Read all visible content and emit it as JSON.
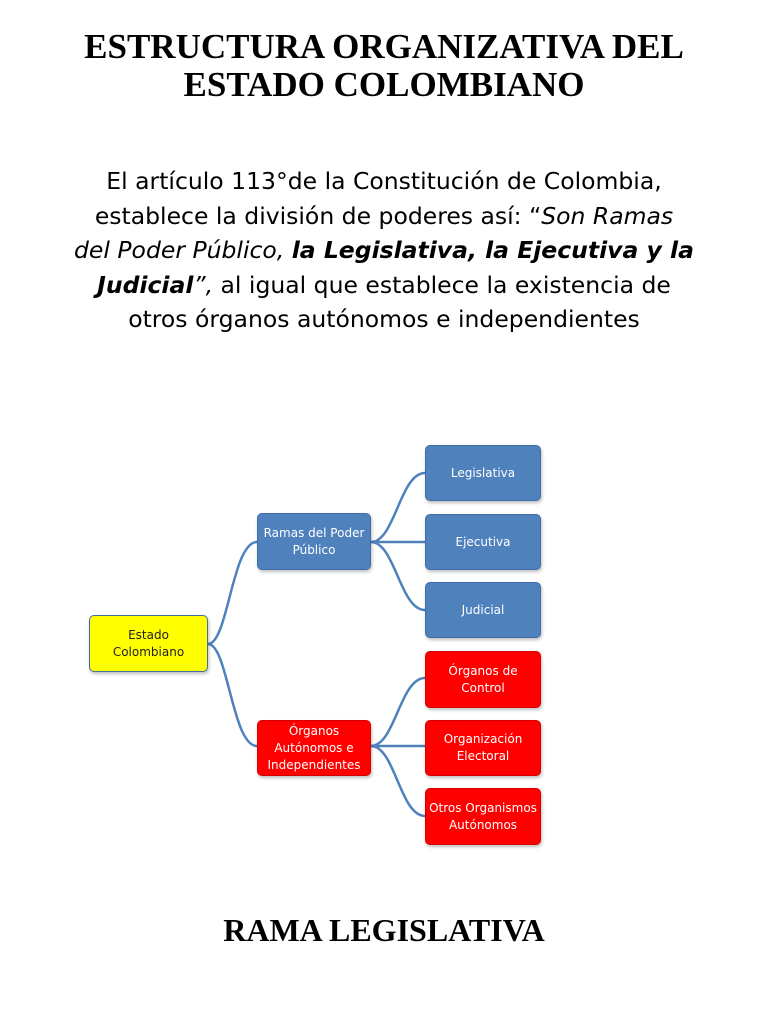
{
  "title": {
    "line1": "ESTRUCTURA ORGANIZATIVA DEL",
    "line2": "ESTADO COLOMBIANO"
  },
  "paragraph": {
    "l1": "El artículo 113°de la Constitución de Colombia,",
    "l2a": "establece la división de poderes así: “",
    "l2b": "Son Ramas",
    "l3a": "del Poder Público, ",
    "l3b": "la Legislativa, la Ejecutiva y la",
    "l4a": "Judicial",
    "l4b": "”,",
    "l4c": " al igual que establece la existencia de",
    "l5": "otros órganos autónomos e independientes"
  },
  "diagram": {
    "root": {
      "line1": "Estado",
      "line2": "Colombiano"
    },
    "ramas": {
      "line1": "Ramas del Poder",
      "line2": "Público"
    },
    "organos": {
      "line1": "Órganos",
      "line2": "Autónomos e",
      "line3": "Independientes"
    },
    "legislativa": "Legislativa",
    "ejecutiva": "Ejecutiva",
    "judicial": "Judicial",
    "control": {
      "line1": "Órganos de",
      "line2": "Control"
    },
    "electoral": {
      "line1": "Organización",
      "line2": "Electoral"
    },
    "otros": {
      "line1": "Otros Organismos",
      "line2": "Autónomos"
    },
    "colors": {
      "root_fill": "#ffff00",
      "blue_fill": "#4f81bd",
      "red_fill": "#ff0000",
      "connector": "#4f81bd"
    }
  },
  "section_heading": "RAMA LEGISLATIVA"
}
